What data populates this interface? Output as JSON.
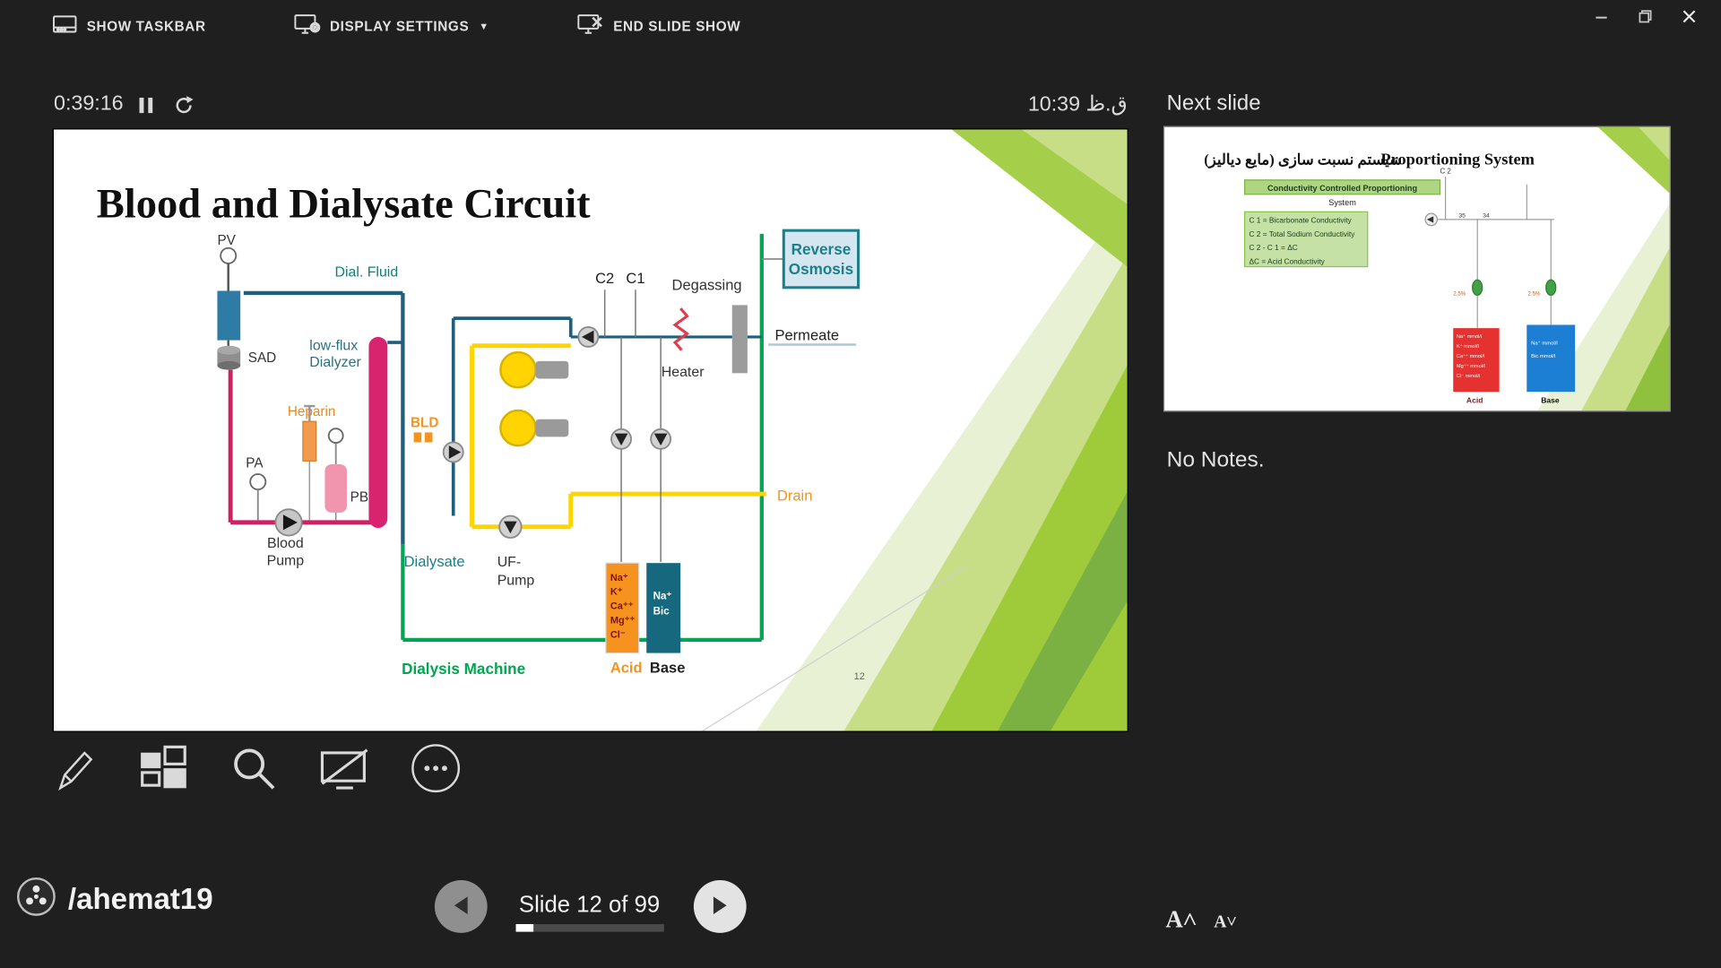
{
  "window_controls": {
    "minimize": "minimize-icon",
    "restore": "restore-icon",
    "close": "close-icon"
  },
  "toolbar": {
    "show_taskbar": "SHOW TASKBAR",
    "display_settings": "DISPLAY SETTINGS",
    "display_settings_caret": "▼",
    "end_slide_show": "END SLIDE SHOW"
  },
  "timer": {
    "elapsed": "0:39:16",
    "clock": "10:39 ق.ظ"
  },
  "slide": {
    "title": "Blood and Dialysate Circuit",
    "page_number": "12",
    "labels": {
      "pv": "PV",
      "sad": "SAD",
      "dial_fluid": "Dial. Fluid",
      "low_flux": "low-flux",
      "dialyzer": "Dialyzer",
      "heparin": "Heparin",
      "pa": "PA",
      "pbe": "PBE",
      "blood": "Blood",
      "pump": "Pump",
      "bld": "BLD",
      "dialysate": "Dialysate",
      "uf": "UF-",
      "uf_pump": "Pump",
      "dialysis_machine": "Dialysis Machine",
      "c2": "C2",
      "c1": "C1",
      "degassing": "Degassing",
      "heater": "Heater",
      "reverse": "Reverse",
      "osmosis": "Osmosis",
      "permeate": "Permeate",
      "drain": "Drain",
      "acid": "Acid",
      "base": "Base",
      "acid_ions": [
        "Na⁺",
        "K⁺",
        "Ca⁺⁺",
        "Mg⁺⁺",
        "Cl⁻"
      ],
      "base_lines": [
        "Na⁺",
        "Bic"
      ]
    },
    "colors": {
      "blood": "#cf2162",
      "dialysate_teal": "#1d5f7d",
      "yellow": "#ffd400",
      "green": "#00a651",
      "orange": "#f6921e",
      "ro_teal": "#1b7f8c"
    }
  },
  "footer": {
    "brand": "/ahemat19",
    "slide_counter": "Slide 12 of 99"
  },
  "next_panel": {
    "header": "Next slide",
    "notes": "No Notes.",
    "font_increase": "A˄",
    "font_decrease": "A˅",
    "thumb": {
      "title_ar": "سیستم نسبت سازی (مایع دیالیز)",
      "title_en": "Proportioning System",
      "header_line1": "Conductivity Controlled Proportioning",
      "header_line2": "System",
      "cond_lines": [
        "C 1 = Bicarbonate Conductivity",
        "C 2 = Total Sodium Conductivity",
        "C 2 - C 1 = ΔC",
        "ΔC = Acid Conductivity"
      ],
      "c2": "C 2",
      "n35": "35",
      "n34": "34",
      "pct1": "2.5%",
      "pct2": "2.5%",
      "acid": "Acid",
      "base": "Base",
      "acid_lines": [
        "Na⁺ mmol/l",
        "K⁺ mmol/l",
        "Ca⁺⁺ mmol/l",
        "Mg⁺⁺ mmol/l",
        "Cl⁻ mmol/l"
      ],
      "base_lines": [
        "Na⁺ mmol/l",
        "Bic mmol/l"
      ]
    }
  }
}
